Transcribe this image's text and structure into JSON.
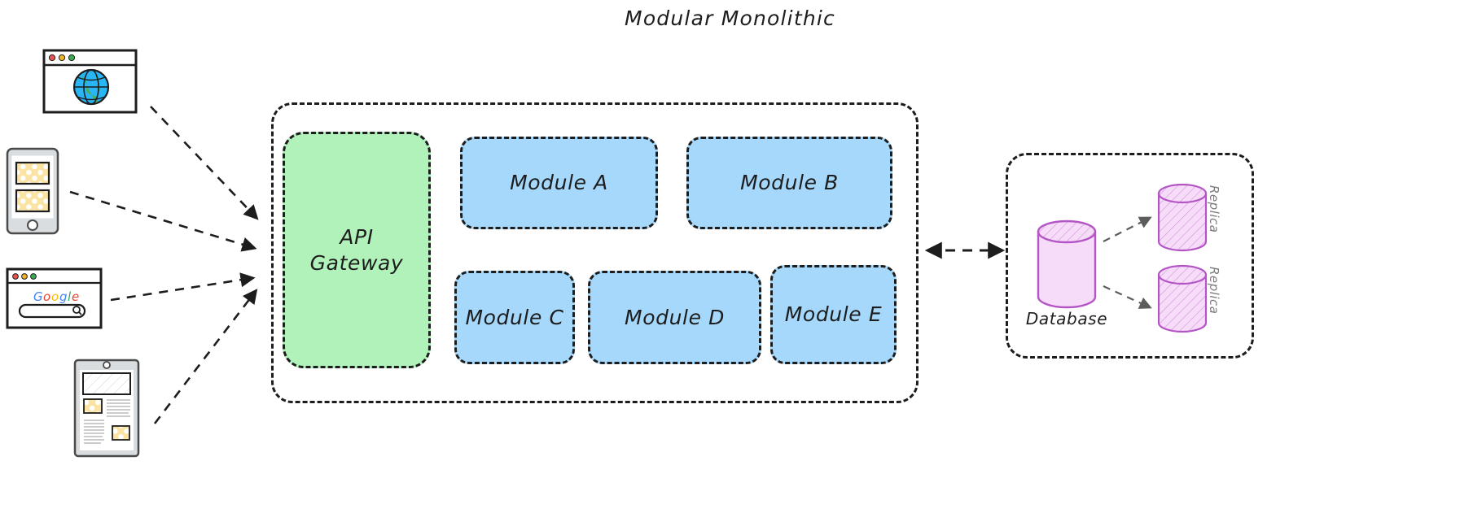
{
  "diagram": {
    "title": "Modular Monolithic",
    "type": "architecture-diagram"
  },
  "clients": [
    {
      "id": "browser-globe",
      "kind": "browser-window",
      "icon": "globe-icon",
      "dots": [
        "#e8554e",
        "#f0b429",
        "#3aab52"
      ]
    },
    {
      "id": "mobile-phone",
      "kind": "mobile-device",
      "icon": "phone-icon"
    },
    {
      "id": "browser-search",
      "kind": "browser-window",
      "icon": "search-icon",
      "logo": "Google",
      "logo_letters": [
        "G",
        "o",
        "o",
        "g",
        "l",
        "e"
      ],
      "logo_colors": [
        "#4285F4",
        "#EA4335",
        "#FBBC05",
        "#4285F4",
        "#34A853",
        "#EA4335"
      ]
    },
    {
      "id": "tablet-document",
      "kind": "tablet-device",
      "icon": "document-icon"
    }
  ],
  "monolith": {
    "container_label": "",
    "gateway": {
      "label": "API\nGateway",
      "line1": "API",
      "line2": "Gateway",
      "color": "#b1f2bb"
    },
    "modules": [
      {
        "label": "Module A",
        "color": "#a5d8fb"
      },
      {
        "label": "Module B",
        "color": "#a5d8fb"
      },
      {
        "label": "Module C",
        "color": "#a5d8fb"
      },
      {
        "label": "Module D",
        "color": "#a5d8fb"
      },
      {
        "label": "Module E",
        "color": "#a5d8fb"
      }
    ]
  },
  "data_tier": {
    "primary": {
      "label": "Database",
      "color": "#f6dcf8",
      "stroke": "#b455c6"
    },
    "replicas": [
      {
        "label": "Replica",
        "color": "#f6dcf8",
        "stroke": "#b455c6"
      },
      {
        "label": "Replica",
        "color": "#f6dcf8",
        "stroke": "#b455c6"
      }
    ]
  },
  "colors": {
    "stroke": "#1d1d1d",
    "gateway_fill": "#b1f2bb",
    "module_fill": "#a5d8fb",
    "db_fill": "#f6dcf8",
    "db_stroke": "#b455c6",
    "replica_label": "#7b7b7b",
    "background": "#ffffff"
  }
}
